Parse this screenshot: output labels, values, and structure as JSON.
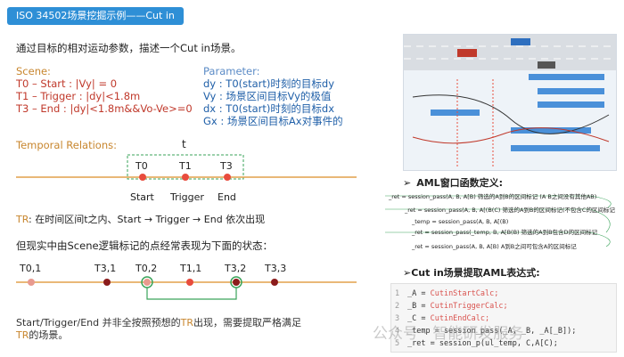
{
  "header": {
    "title": "ISO 34502场景挖掘示例——Cut in"
  },
  "intro": "通过目标的相对运动参数，描述一个Cut in场景。",
  "scene": {
    "title": "Scene:",
    "lines": [
      "T0 – Start : |Vy| = 0",
      "T1 – Trigger : |dy|<1.8m",
      "T3 – End : |dy|<1.8m&&Vo-Ve>=0"
    ]
  },
  "parameter": {
    "title": "Parameter:",
    "lines": [
      "dy : T0(start)时刻的目标dy",
      "Vy : 场景区间目标Vy的极值",
      "dx : T0(start)时刻的目标dx",
      "Gx : 场景区间目标Ax对事件的"
    ]
  },
  "temporal": {
    "title": "Temporal Relations:",
    "t_label": "t",
    "ticks": [
      "T0",
      "T1",
      "T3"
    ],
    "events": [
      "Start",
      "Trigger",
      "End"
    ]
  },
  "tr_note": {
    "tr": "TR",
    "text": ": 在时间区间t之内、Start → Trigger → End 依次出现"
  },
  "real_note": "但现实中由Scene逻辑标记的点经常表现为下面的状态：",
  "real_ticks": [
    "T0,1",
    "T3,1",
    "T0,2",
    "T1,1",
    "T3,2",
    "T3,3"
  ],
  "foot_note": {
    "part1": "Start/Trigger/End 并非全按照预想的",
    "tr1": "TR",
    "part2": "出现，需要提取严格满足",
    "tr2": "TR",
    "part3": "的场景。"
  },
  "aml": {
    "title": "AML窗口函数定义:",
    "lines": [
      "_ret = session_pass(A, B, A[B)        筛选的A到B的区间标记 (A B之间没有其他AB)",
      "_ret = session_pass(A, B, A[(B(C)       筛选的A到B的区间标记(不包含C的区间标记",
      "_temp = session_pass(A, B, A[(B)",
      "_ret = session_pass(_temp, B, A[B(B)     筛选的A到B包含D的区间标记",
      "_ret = session_pass(A, B, A[B)          A到B之间可包含A的区间标记"
    ]
  },
  "cut": {
    "title": "Cut in场景提取AML表达式:",
    "code": [
      {
        "ln": "1",
        "var": "_A = ",
        "fn": "CutinStartCalc;"
      },
      {
        "ln": "2",
        "var": "_B = ",
        "fn": "CutinTriggerCalc;"
      },
      {
        "ln": "3",
        "var": "_C = ",
        "fn": "CutinEndCalc;"
      },
      {
        "ln": "4",
        "var": "_temp = session_pass(_A, _B, _A[_B]);",
        "fn": ""
      },
      {
        "ln": "5",
        "var": "_ret = session_p(ul_temp, C,A[C);",
        "fn": ""
      }
    ]
  },
  "watermark": "公众号 · 智能研发服务",
  "colors": {
    "accent": "#2e8fd6",
    "orange": "#c8862e",
    "red": "#c0392b",
    "green": "#3aa35a"
  }
}
